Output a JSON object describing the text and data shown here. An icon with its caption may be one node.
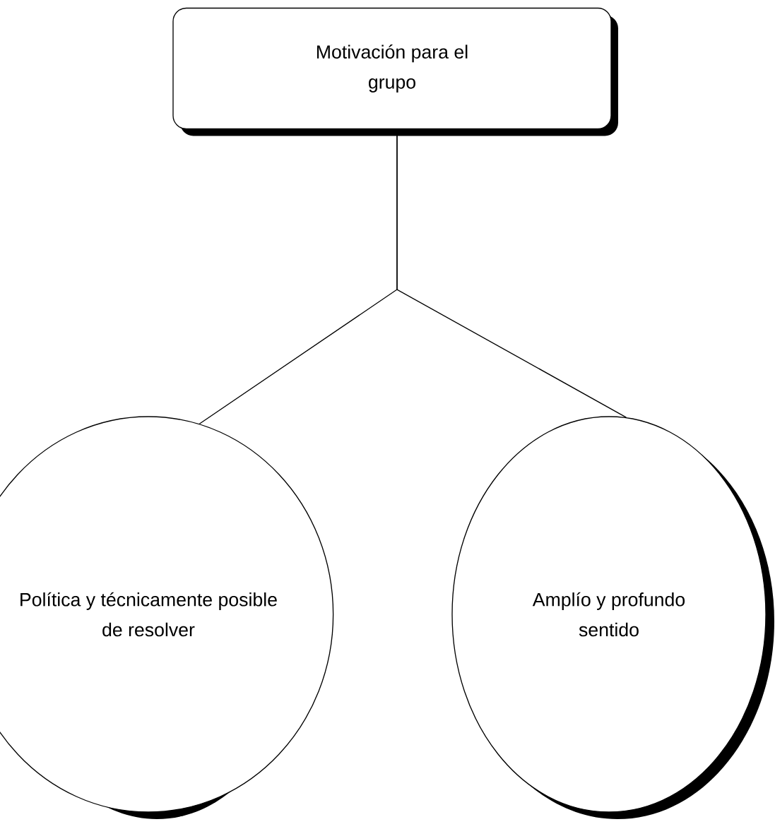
{
  "diagram": {
    "nodes": [
      {
        "text": [
          "Motivación para el grupo"
        ]
      },
      {
        "text": [
          "Política y técnicamente posible de resolver"
        ]
      },
      {
        "text": [
          "Amplío y profundo sentido"
        ]
      }
    ],
    "edges": [
      {
        "from": 0,
        "to": 1,
        "arrow": "none"
      },
      {
        "from": 0,
        "to": 2,
        "arrow": "none"
      }
    ]
  }
}
